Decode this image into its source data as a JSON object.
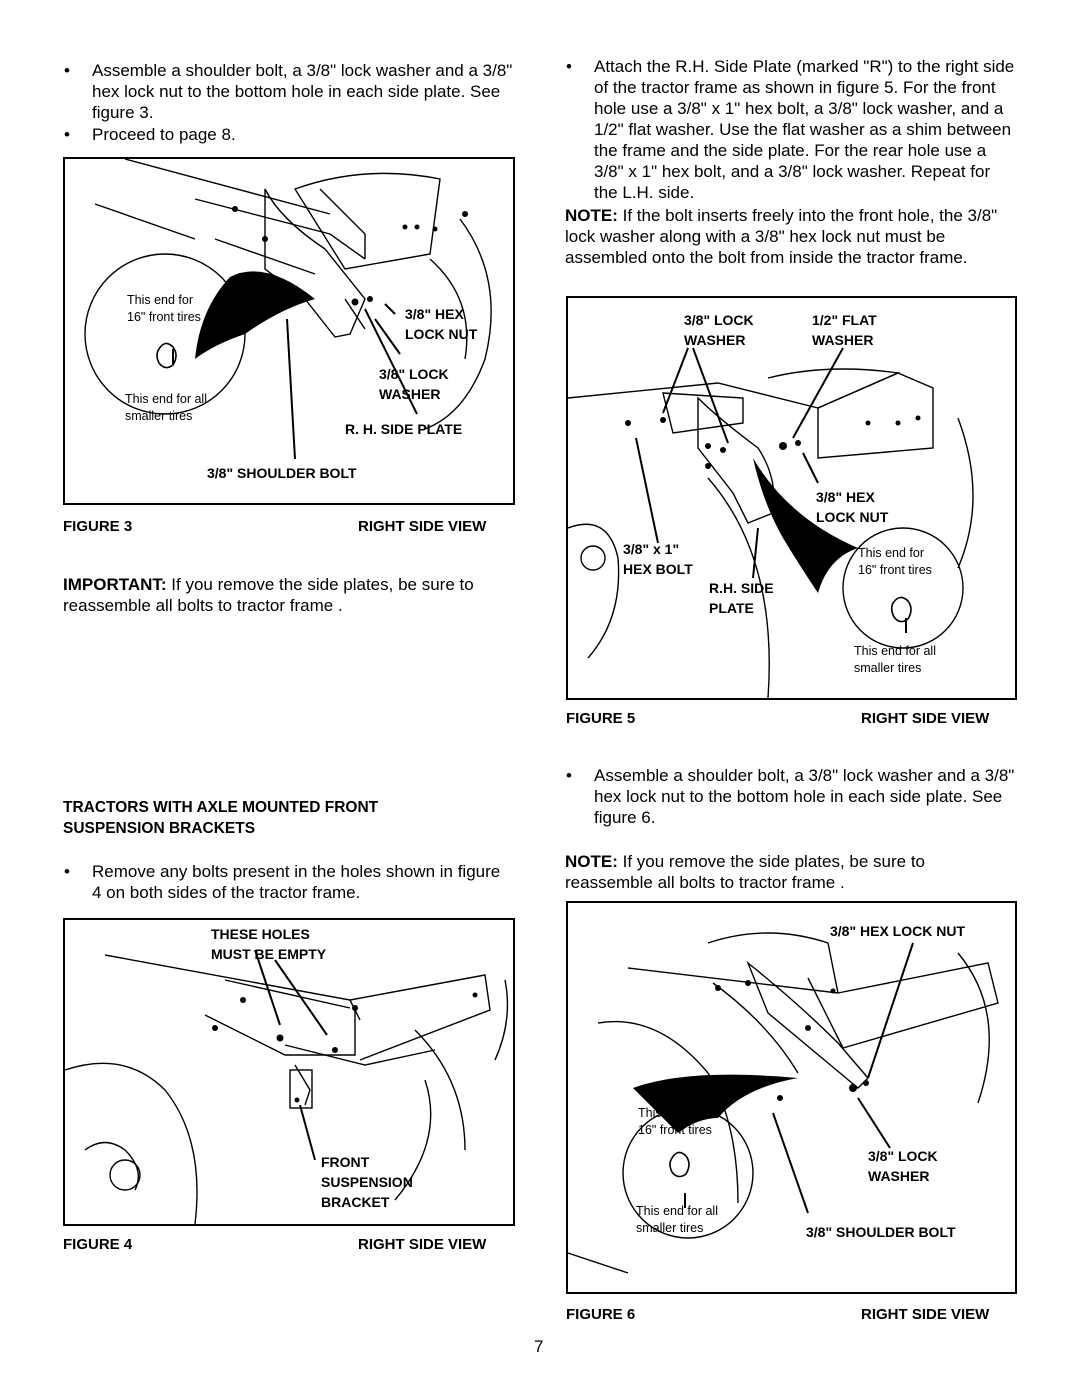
{
  "left_column": {
    "intro_bullets": [
      "Assemble a shoulder bolt, a 3/8\" lock washer and a 3/8\" hex lock nut to the bottom hole in each side plate. See figure 3.",
      "Proceed to page 8."
    ],
    "figure3": {
      "labels": {
        "hex_lock_nut_1": "3/8\" HEX",
        "hex_lock_nut_2": "LOCK NUT",
        "lock_washer_1": "3/8\" LOCK",
        "lock_washer_2": "WASHER",
        "side_plate": "R. H. SIDE PLATE",
        "shoulder_bolt": "3/8\" SHOULDER BOLT",
        "end16_1": "This end for",
        "end16_2": "16\" front tires",
        "endsmall_1": "This end for all",
        "endsmall_2": "smaller tires"
      },
      "caption_left": "FIGURE 3",
      "caption_right": "RIGHT SIDE VIEW"
    },
    "important_label": "IMPORTANT:",
    "important_text": "If you remove the side plates, be sure to reassemble all bolts to tractor frame .",
    "section_heading_1": "TRACTORS WITH AXLE MOUNTED FRONT",
    "section_heading_2": "SUSPENSION BRACKETS",
    "remove_bullet": "Remove any bolts present in the holes shown in figure 4 on both sides of the tractor frame.",
    "figure4": {
      "labels": {
        "holes_1": "THESE HOLES",
        "holes_2": "MUST BE EMPTY",
        "bracket_1": "FRONT",
        "bracket_2": "SUSPENSION",
        "bracket_3": "BRACKET"
      },
      "caption_left": "FIGURE 4",
      "caption_right": "RIGHT SIDE VIEW"
    }
  },
  "right_column": {
    "attach_bullet": "Attach the R.H. Side Plate (marked \"R\") to the right side of the tractor frame as shown in figure 5. For the front hole use a 3/8\" x 1\" hex bolt, a 3/8\" lock washer, and a 1/2\" flat washer. Use the flat washer as a shim between the frame and the side plate.  For the rear hole use a 3/8\" x 1\" hex bolt, and a 3/8\" lock washer. Repeat for the L.H. side.",
    "note1_label": "NOTE:",
    "note1_text": "If the bolt inserts freely into the front hole,  the 3/8\" lock washer along with a 3/8\" hex lock nut must be assembled onto the bolt from inside the tractor frame.",
    "figure5": {
      "labels": {
        "lock_washer_1": "3/8\" LOCK",
        "lock_washer_2": "WASHER",
        "flat_washer_1": "1/2\" FLAT",
        "flat_washer_2": "WASHER",
        "hex_lock_nut_1": "3/8\" HEX",
        "hex_lock_nut_2": "LOCK NUT",
        "hex_bolt_1": "3/8\" x 1\"",
        "hex_bolt_2": "HEX BOLT",
        "side_plate_1": "R.H. SIDE",
        "side_plate_2": "PLATE",
        "end16_1": "This end for",
        "end16_2": "16\" front tires",
        "endsmall_1": "This end for all",
        "endsmall_2": "smaller tires"
      },
      "caption_left": "FIGURE 5",
      "caption_right": "RIGHT SIDE VIEW"
    },
    "assemble_bullet": "Assemble a shoulder bolt, a 3/8\" lock washer and a 3/8\" hex lock nut to the bottom hole in each side plate. See figure 6.",
    "note2_label": "NOTE:",
    "note2_text": "If you remove the side plates, be sure to reassemble all bolts to tractor frame .",
    "figure6": {
      "labels": {
        "hex_lock_nut": "3/8\" HEX LOCK NUT",
        "lock_washer_1": "3/8\" LOCK",
        "lock_washer_2": "WASHER",
        "shoulder_bolt": "3/8\" SHOULDER BOLT",
        "end16_1": "This end for",
        "end16_2": "16\" front tires",
        "endsmall_1": "This end for all",
        "endsmall_2": "smaller tires"
      },
      "caption_left": "FIGURE 6",
      "caption_right": "RIGHT SIDE VIEW"
    }
  },
  "page_number": "7",
  "bullet_glyph": "•"
}
